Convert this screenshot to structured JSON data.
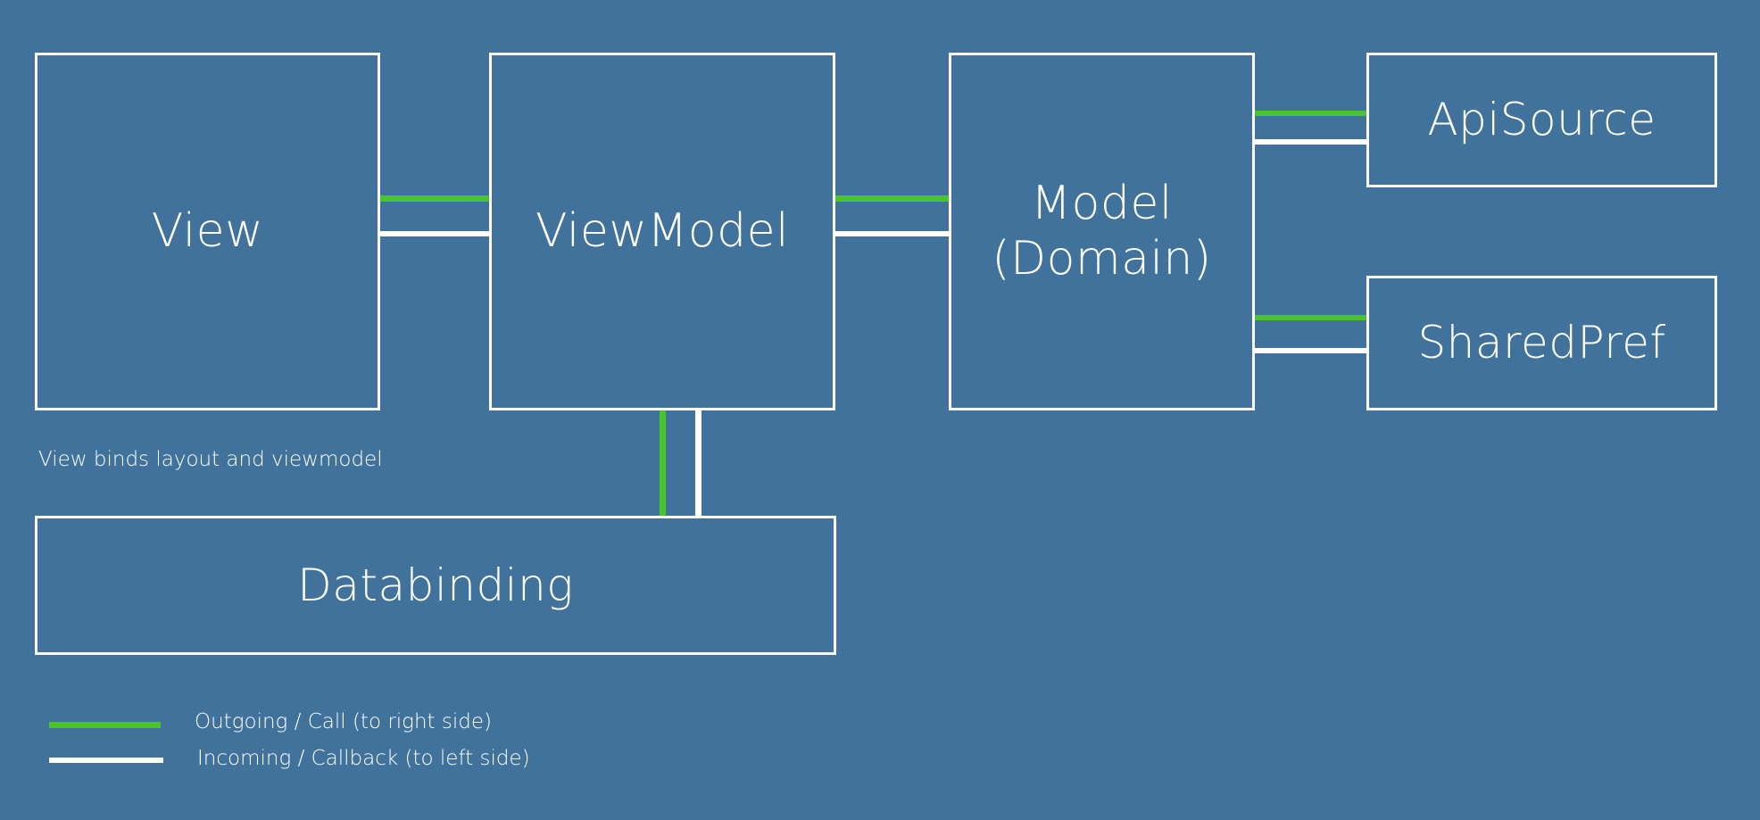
{
  "nodes": {
    "view": "View",
    "viewmodel": "ViewModel",
    "model_line1": "Model",
    "model_line2": "(Domain)",
    "apisource": "ApiSource",
    "sharedpref": "SharedPref",
    "databinding": "Databinding"
  },
  "note": "View binds layout and viewmodel",
  "legend": {
    "outgoing": "Outgoing / Call (to right side)",
    "incoming": "Incoming / Callback (to left side)"
  },
  "colors": {
    "background": "#41729c",
    "outgoing": "#4ac42c",
    "incoming": "#ffffff"
  }
}
